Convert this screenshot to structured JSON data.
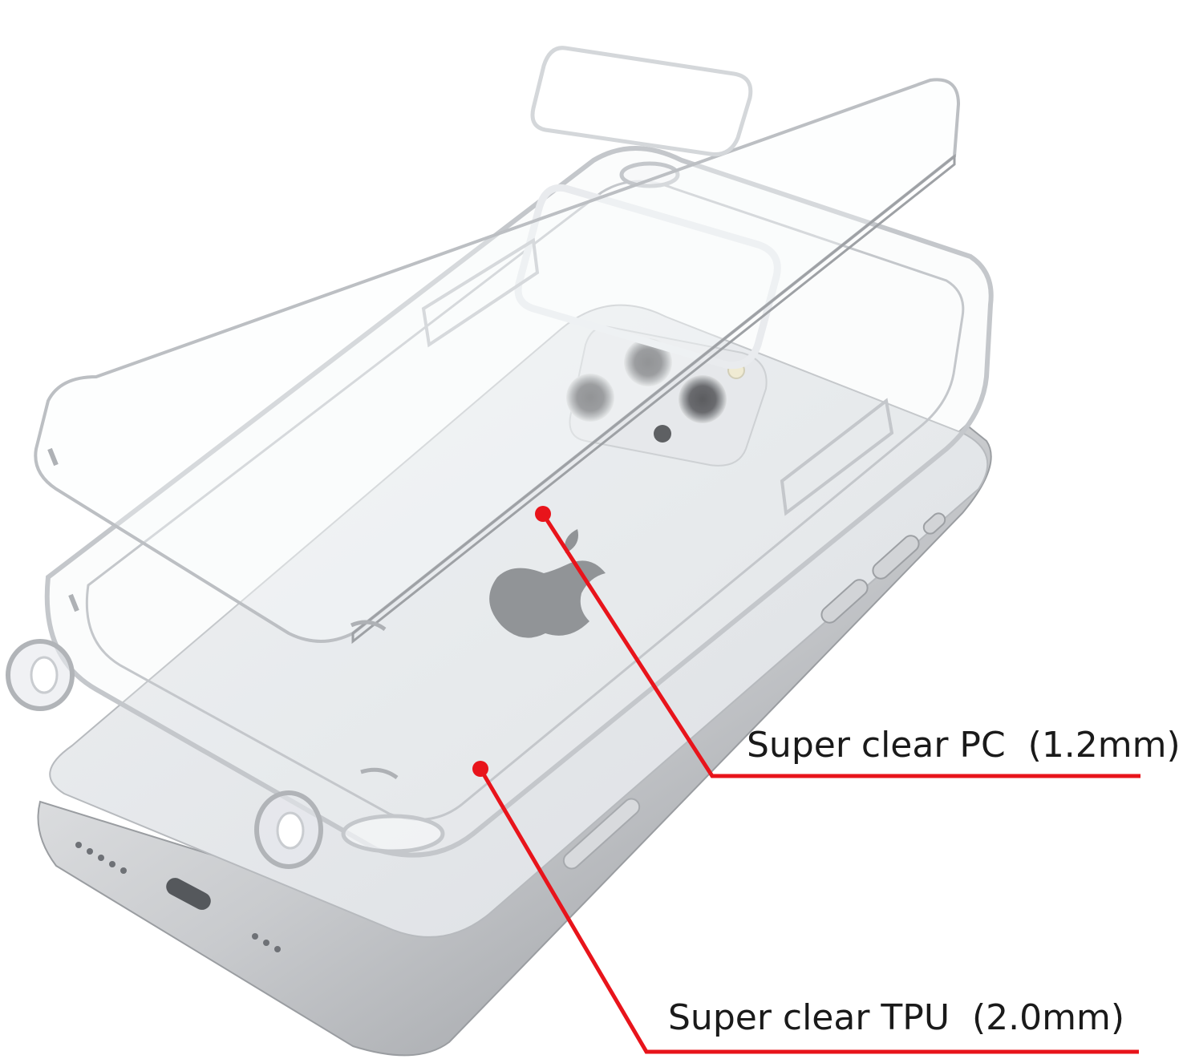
{
  "image": {
    "subject": "exploded view of a clear two-layer phone case over a silver smartphone",
    "accent_color": "#e8141b",
    "case_outline_color": "#b9bcc0",
    "phone_body_color": "#e6e8eb",
    "phone_frame_color": "#c7c9cc"
  },
  "callouts": [
    {
      "text": "Super clear PC  (1.2mm)",
      "color": "#e8141b"
    },
    {
      "text": "Super clear TPU  (2.0mm)",
      "color": "#e8141b"
    }
  ]
}
